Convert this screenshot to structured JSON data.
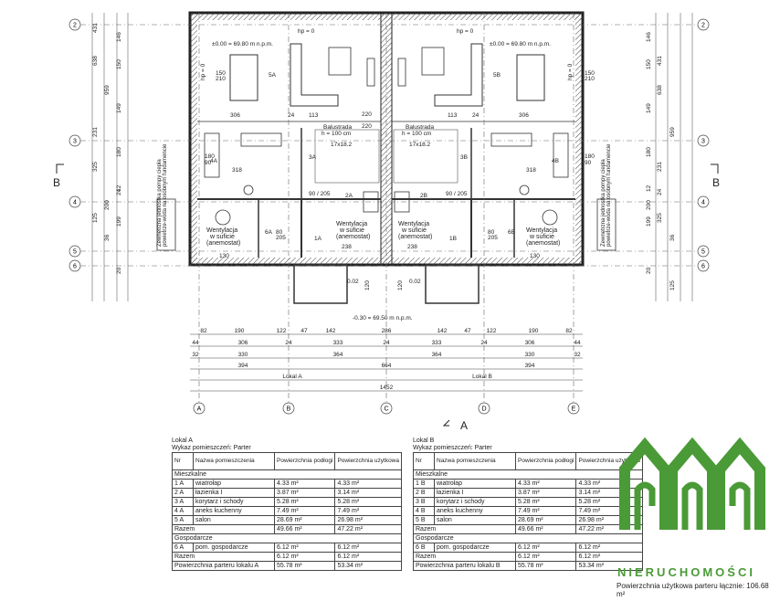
{
  "plan": {
    "grid_rows": [
      "2",
      "3",
      "4",
      "5",
      "6"
    ],
    "grid_cols": [
      "A",
      "B",
      "C",
      "D",
      "E"
    ],
    "level_left": "±0.00 = 69.80 m n.p.m.",
    "level_right": "±0.00 = 69.80 m n.p.m.",
    "level_ext": "-0.30 = 69.50 m n.p.m.",
    "hp0": "hp = 0",
    "balustrade_title": "Balustrada",
    "balustrade_height": "h = 100 cm",
    "vent_line1": "Wentylacja",
    "vent_line2": "w suficie",
    "vent_line3": "(anemostat)",
    "pump_line1": "Zewnętrzna jednostka pompy ciepła",
    "pump_line2": "powietrze-woda na osobnym fundamencie",
    "section_b": "B",
    "section_a": "A",
    "room_tags_a": [
      "5A",
      "4A",
      "3A",
      "2A",
      "1A",
      "6A"
    ],
    "room_tags_b": [
      "5B",
      "4B",
      "3B",
      "2B",
      "1B",
      "6B"
    ],
    "stair_a": "17x18.2",
    "stair_b": "17x18.2",
    "window_codes": [
      "150",
      "210",
      "180",
      "90",
      "80",
      "205"
    ],
    "door_pair": "90 / 205",
    "sill": "0.02",
    "stair_width": "120",
    "window_220": "220",
    "left_dims": [
      "431",
      "638",
      "959",
      "231",
      "325",
      "125",
      "146",
      "150",
      "149",
      "180",
      "200",
      "199",
      "24",
      "12",
      "36",
      "20"
    ],
    "right_dims": [
      "146",
      "150",
      "149",
      "180",
      "200",
      "199",
      "431",
      "638",
      "959",
      "231",
      "325",
      "125",
      "24",
      "12",
      "36",
      "20"
    ],
    "interior_h": [
      "306",
      "24",
      "113",
      "220",
      "113",
      "24",
      "306",
      "318",
      "318",
      "238",
      "238",
      "130",
      "130"
    ],
    "dim_row1": [
      "82",
      "190",
      "122",
      "47",
      "142",
      "286",
      "142",
      "47",
      "122",
      "190",
      "82"
    ],
    "dim_row2": [
      "44",
      "306",
      "24",
      "333",
      "24",
      "333",
      "24",
      "306",
      "44"
    ],
    "dim_row3": [
      "32",
      "330",
      "364",
      "364",
      "330",
      "32"
    ],
    "dim_row4": [
      "394",
      "664",
      "394"
    ],
    "dim_row5": [
      "Lokal A",
      "Lokal B"
    ],
    "dim_total": "1452"
  },
  "table_a": {
    "title": "Lokal A",
    "subtitle": "Wykaz pomieszczeń: Parter",
    "headers": [
      "Nr",
      "Nazwa pomieszczenia",
      "Powierzchnia podłogi",
      "Powierzchnia użytkowa"
    ],
    "group1": "Mieszkalne",
    "rows1": [
      [
        "1 A",
        "wiatrołap",
        "4.33 m²",
        "4.33 m²"
      ],
      [
        "2 A",
        "łazienka I",
        "3.87 m²",
        "3.14 m²"
      ],
      [
        "3 A",
        "korytarz i schody",
        "5.28 m²",
        "5.28 m²"
      ],
      [
        "4 A",
        "aneks kuchenny",
        "7.49 m²",
        "7.49 m²"
      ],
      [
        "5 A",
        "salon",
        "28.69 m²",
        "26.98 m²"
      ]
    ],
    "sum1": [
      "Razem",
      "49.66 m²",
      "47.22 m²"
    ],
    "group2": "Gospodarcze",
    "rows2": [
      [
        "6 A",
        "pom. gospodarcze",
        "6.12 m²",
        "6.12 m²"
      ]
    ],
    "sum2": [
      "Razem",
      "6.12 m²",
      "6.12 m²"
    ],
    "total": [
      "Powierzchnia parteru lokalu A",
      "55.78 m²",
      "53.34 m²"
    ]
  },
  "table_b": {
    "title": "Lokal B",
    "subtitle": "Wykaz pomieszczeń: Parter",
    "headers": [
      "Nr",
      "Nazwa pomieszczenia",
      "Powierzchnia podłogi",
      "Powierzchnia użytkowa"
    ],
    "group1": "Mieszkalne",
    "rows1": [
      [
        "1 B",
        "wiatrołap",
        "4.33 m²",
        "4.33 m²"
      ],
      [
        "2 B",
        "łazienka I",
        "3.87 m²",
        "3.14 m²"
      ],
      [
        "3 B",
        "korytarz i schody",
        "5.28 m²",
        "5.28 m²"
      ],
      [
        "4 B",
        "aneks kuchenny",
        "7.49 m²",
        "7.49 m²"
      ],
      [
        "5 B",
        "salon",
        "28.69 m²",
        "26.98 m²"
      ]
    ],
    "sum1": [
      "Razem",
      "49.66 m²",
      "47.22 m²"
    ],
    "group2": "Gospodarcze",
    "rows2": [
      [
        "6 B",
        "pom. gospodarcze",
        "6.12 m²",
        "6.12 m²"
      ]
    ],
    "sum2": [
      "Razem",
      "6.12 m²",
      "6.12 m²"
    ],
    "total": [
      "Powierzchnia parteru lokalu B",
      "55.78 m²",
      "53.34 m²"
    ]
  },
  "brand": {
    "name": "NIERUCHOMOŚCI",
    "color": "#4a9a37",
    "logo_icon": "three-houses-logo"
  },
  "footer": {
    "total_area": "Powierzchnia użytkowa parteru łącznie:  106.68 m²"
  }
}
